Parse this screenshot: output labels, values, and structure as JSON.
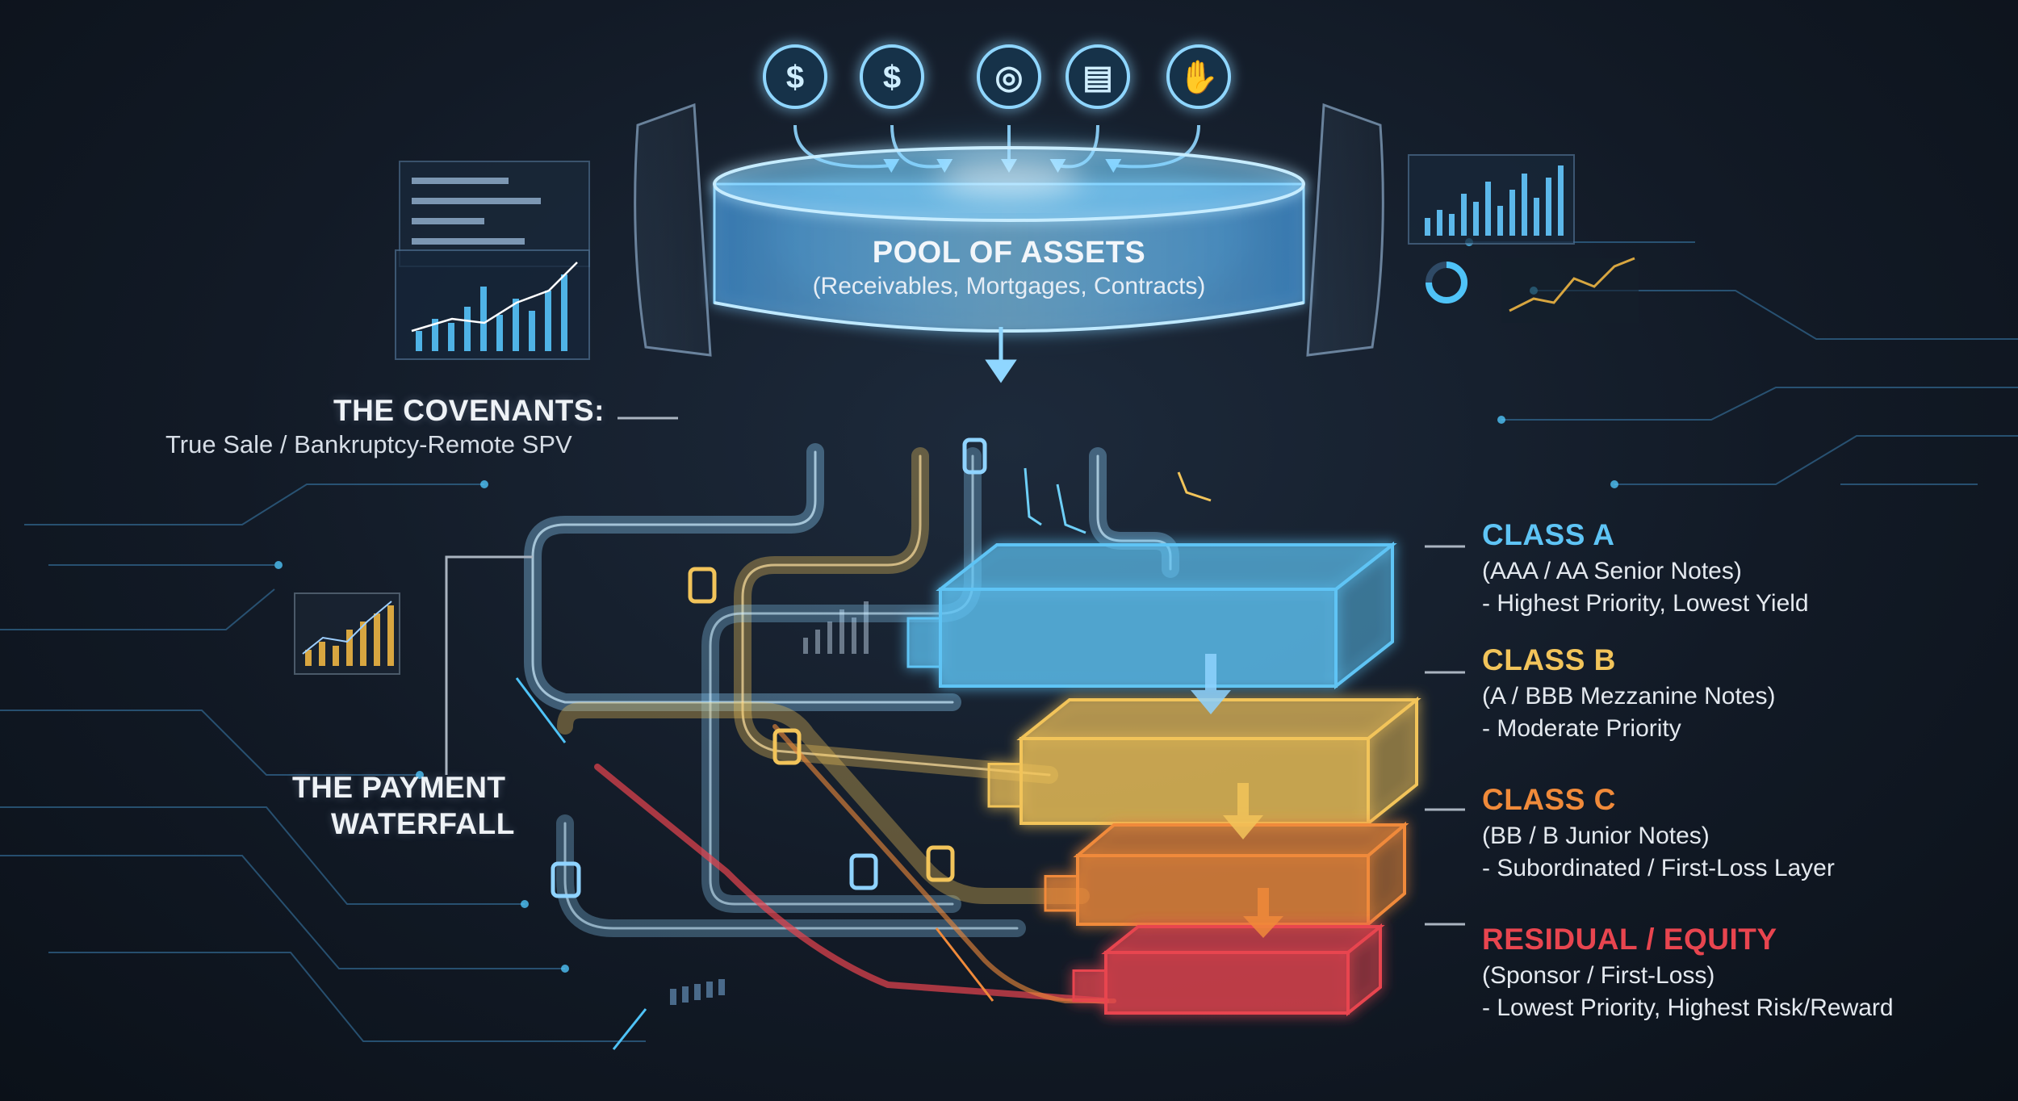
{
  "pool": {
    "title": "POOL OF ASSETS",
    "subtitle": "(Receivables, Mortgages, Contracts)",
    "input_icons": [
      "banknote-icon",
      "dollar-icon",
      "coin-stack-icon",
      "document-search-icon",
      "hand-coin-icon"
    ]
  },
  "covenants": {
    "title": "THE COVENANTS:",
    "subtitle": "True Sale / Bankruptcy-Remote SPV"
  },
  "waterfall": {
    "title_line1": "THE PAYMENT",
    "title_line2": "WATERFALL"
  },
  "tranches": [
    {
      "title": "CLASS A",
      "line1": "(AAA / AA Senior Notes)",
      "line2": "- Highest Priority, Lowest Yield",
      "color": "#5ec4f5"
    },
    {
      "title": "CLASS B",
      "line1": "(A / BBB Mezzanine Notes)",
      "line2": "- Moderate Priority",
      "color": "#f2c45a"
    },
    {
      "title": "CLASS C",
      "line1": "(BB / B Junior Notes)",
      "line2": "- Subordinated / First-Loss Layer",
      "color": "#f08a3a"
    },
    {
      "title": "RESIDUAL / EQUITY",
      "line1": "(Sponsor / First-Loss)",
      "line2": "- Lowest Priority, Highest Risk/Reward",
      "color": "#e8454f"
    }
  ],
  "colors": {
    "accent_blue": "#4fc3f7",
    "pipe_blue": "#8fd3ff",
    "pipe_gold": "#f2c45a",
    "pipe_orange": "#f08a3a",
    "pipe_red": "#e8454f"
  }
}
